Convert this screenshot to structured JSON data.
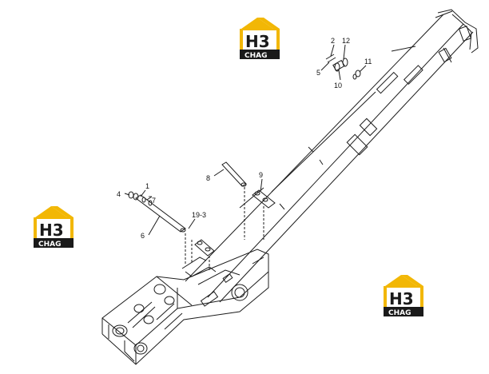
{
  "diagram": {
    "logos": [
      {
        "brand": "H3",
        "sub": "CHAG"
      },
      {
        "brand": "H3",
        "sub": "CHAG"
      },
      {
        "brand": "H3",
        "sub": "CHAG"
      }
    ],
    "callouts": {
      "c2": "2",
      "c12": "12",
      "c5": "5",
      "c10": "10",
      "c11": "11",
      "c8": "8",
      "c9": "9",
      "c4": "4",
      "c1": "1",
      "c7": "7",
      "c19_3": "19-3",
      "c6": "6"
    },
    "colors": {
      "logo_yellow": "#f2b705",
      "logo_dark": "#1a1a1a",
      "line": "#1c1c1c"
    }
  }
}
